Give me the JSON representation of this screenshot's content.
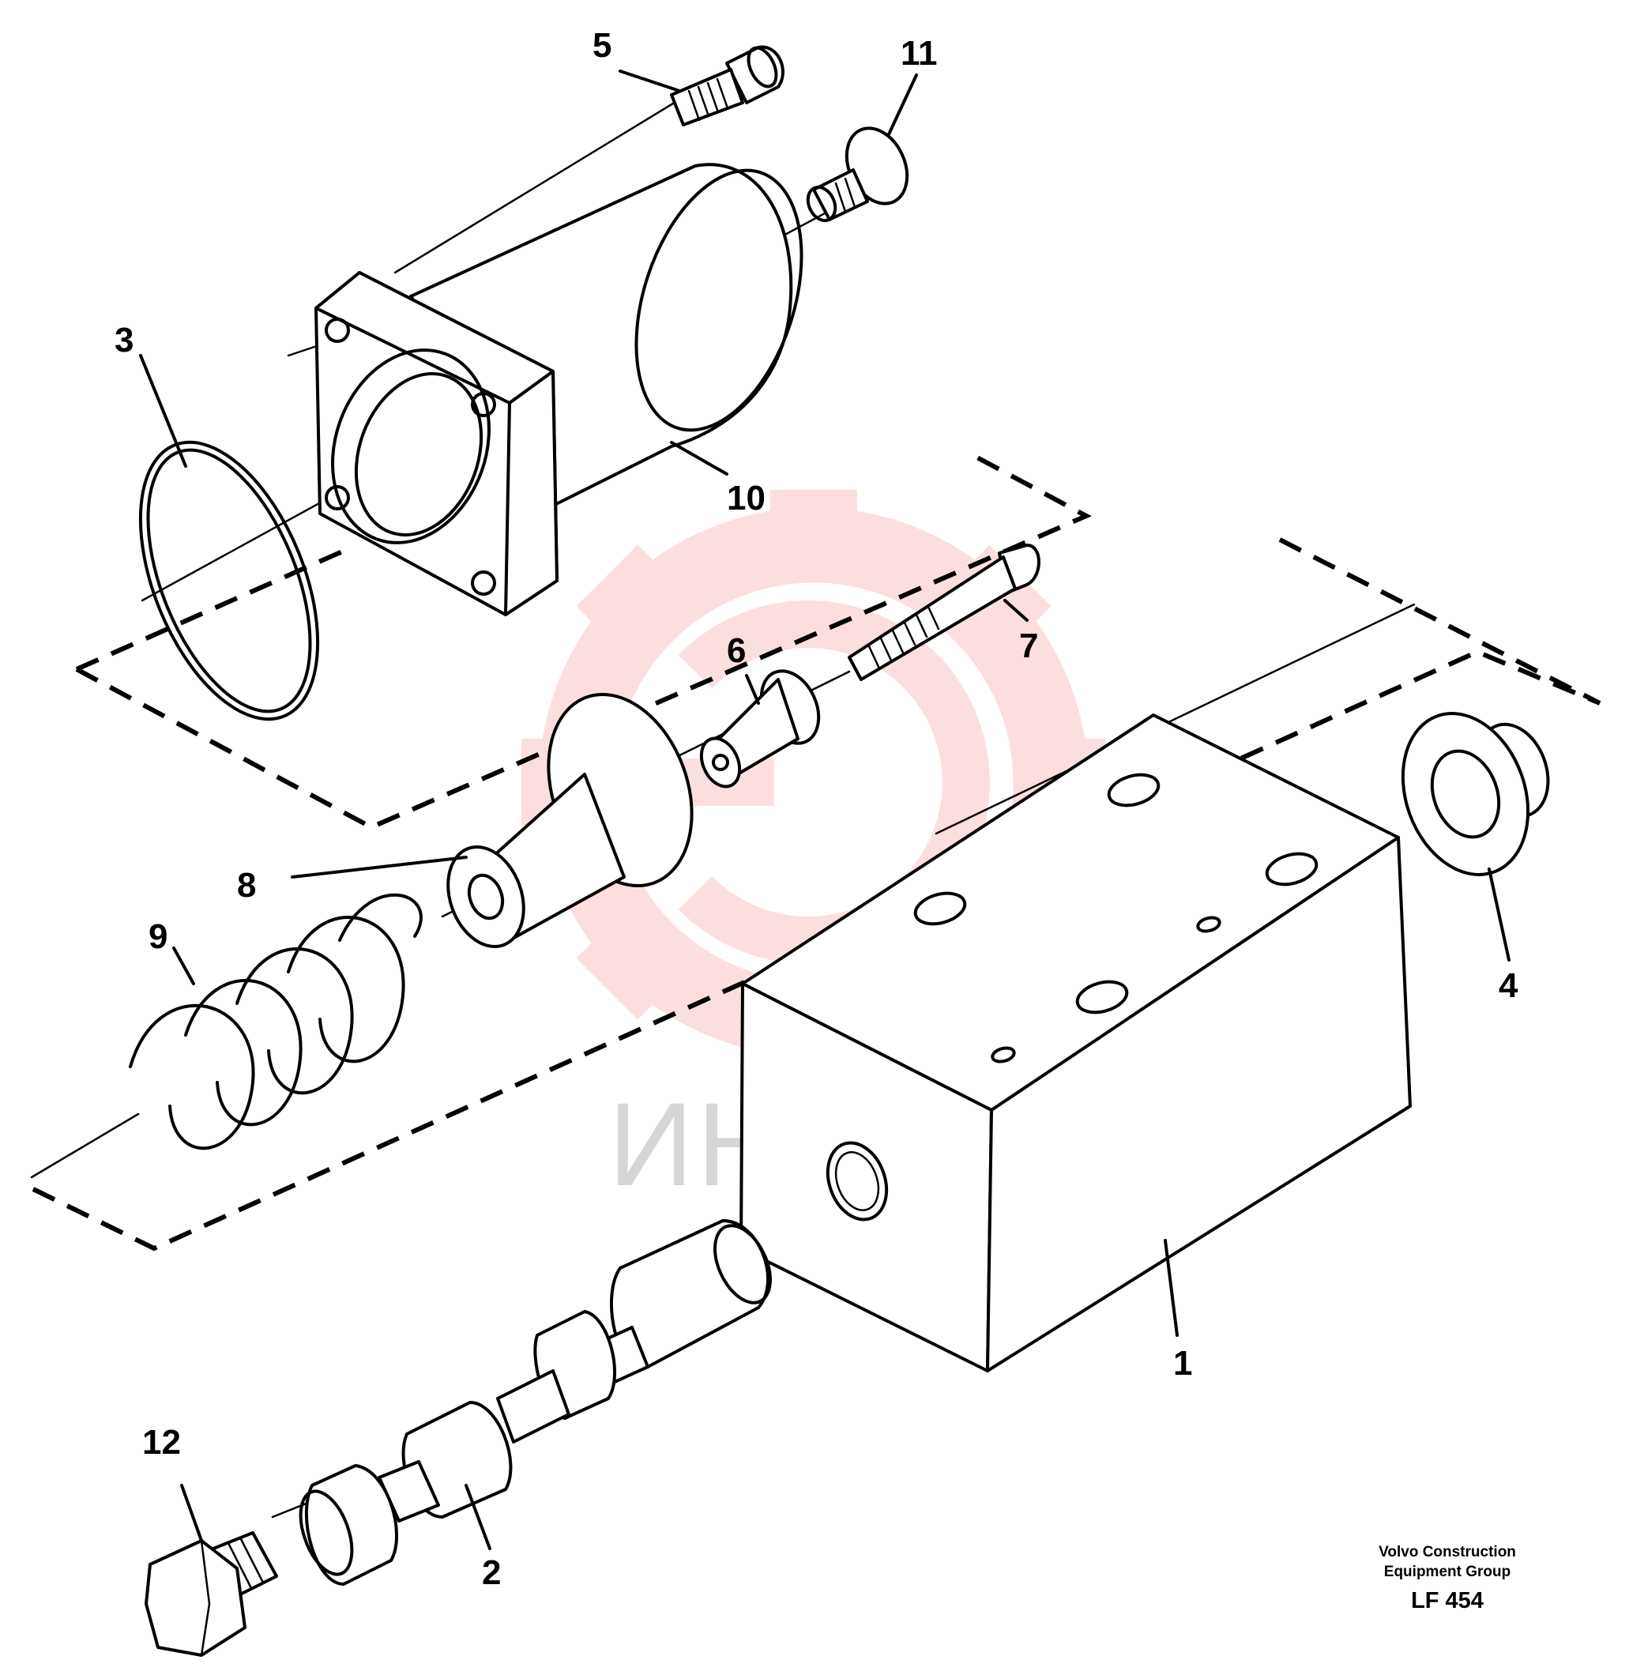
{
  "watermark": {
    "text": "ИНТЕХ",
    "color": "#f5b7b7"
  },
  "callouts": [
    {
      "id": "1",
      "label": "1"
    },
    {
      "id": "2",
      "label": "2"
    },
    {
      "id": "3",
      "label": "3"
    },
    {
      "id": "4",
      "label": "4"
    },
    {
      "id": "5",
      "label": "5"
    },
    {
      "id": "6",
      "label": "6"
    },
    {
      "id": "7",
      "label": "7"
    },
    {
      "id": "8",
      "label": "8"
    },
    {
      "id": "9",
      "label": "9"
    },
    {
      "id": "10",
      "label": "10"
    },
    {
      "id": "11",
      "label": "11"
    },
    {
      "id": "12",
      "label": "12"
    }
  ],
  "footer": {
    "line1": "Volvo Construction",
    "line2": "Equipment Group",
    "code": "LF 454"
  }
}
